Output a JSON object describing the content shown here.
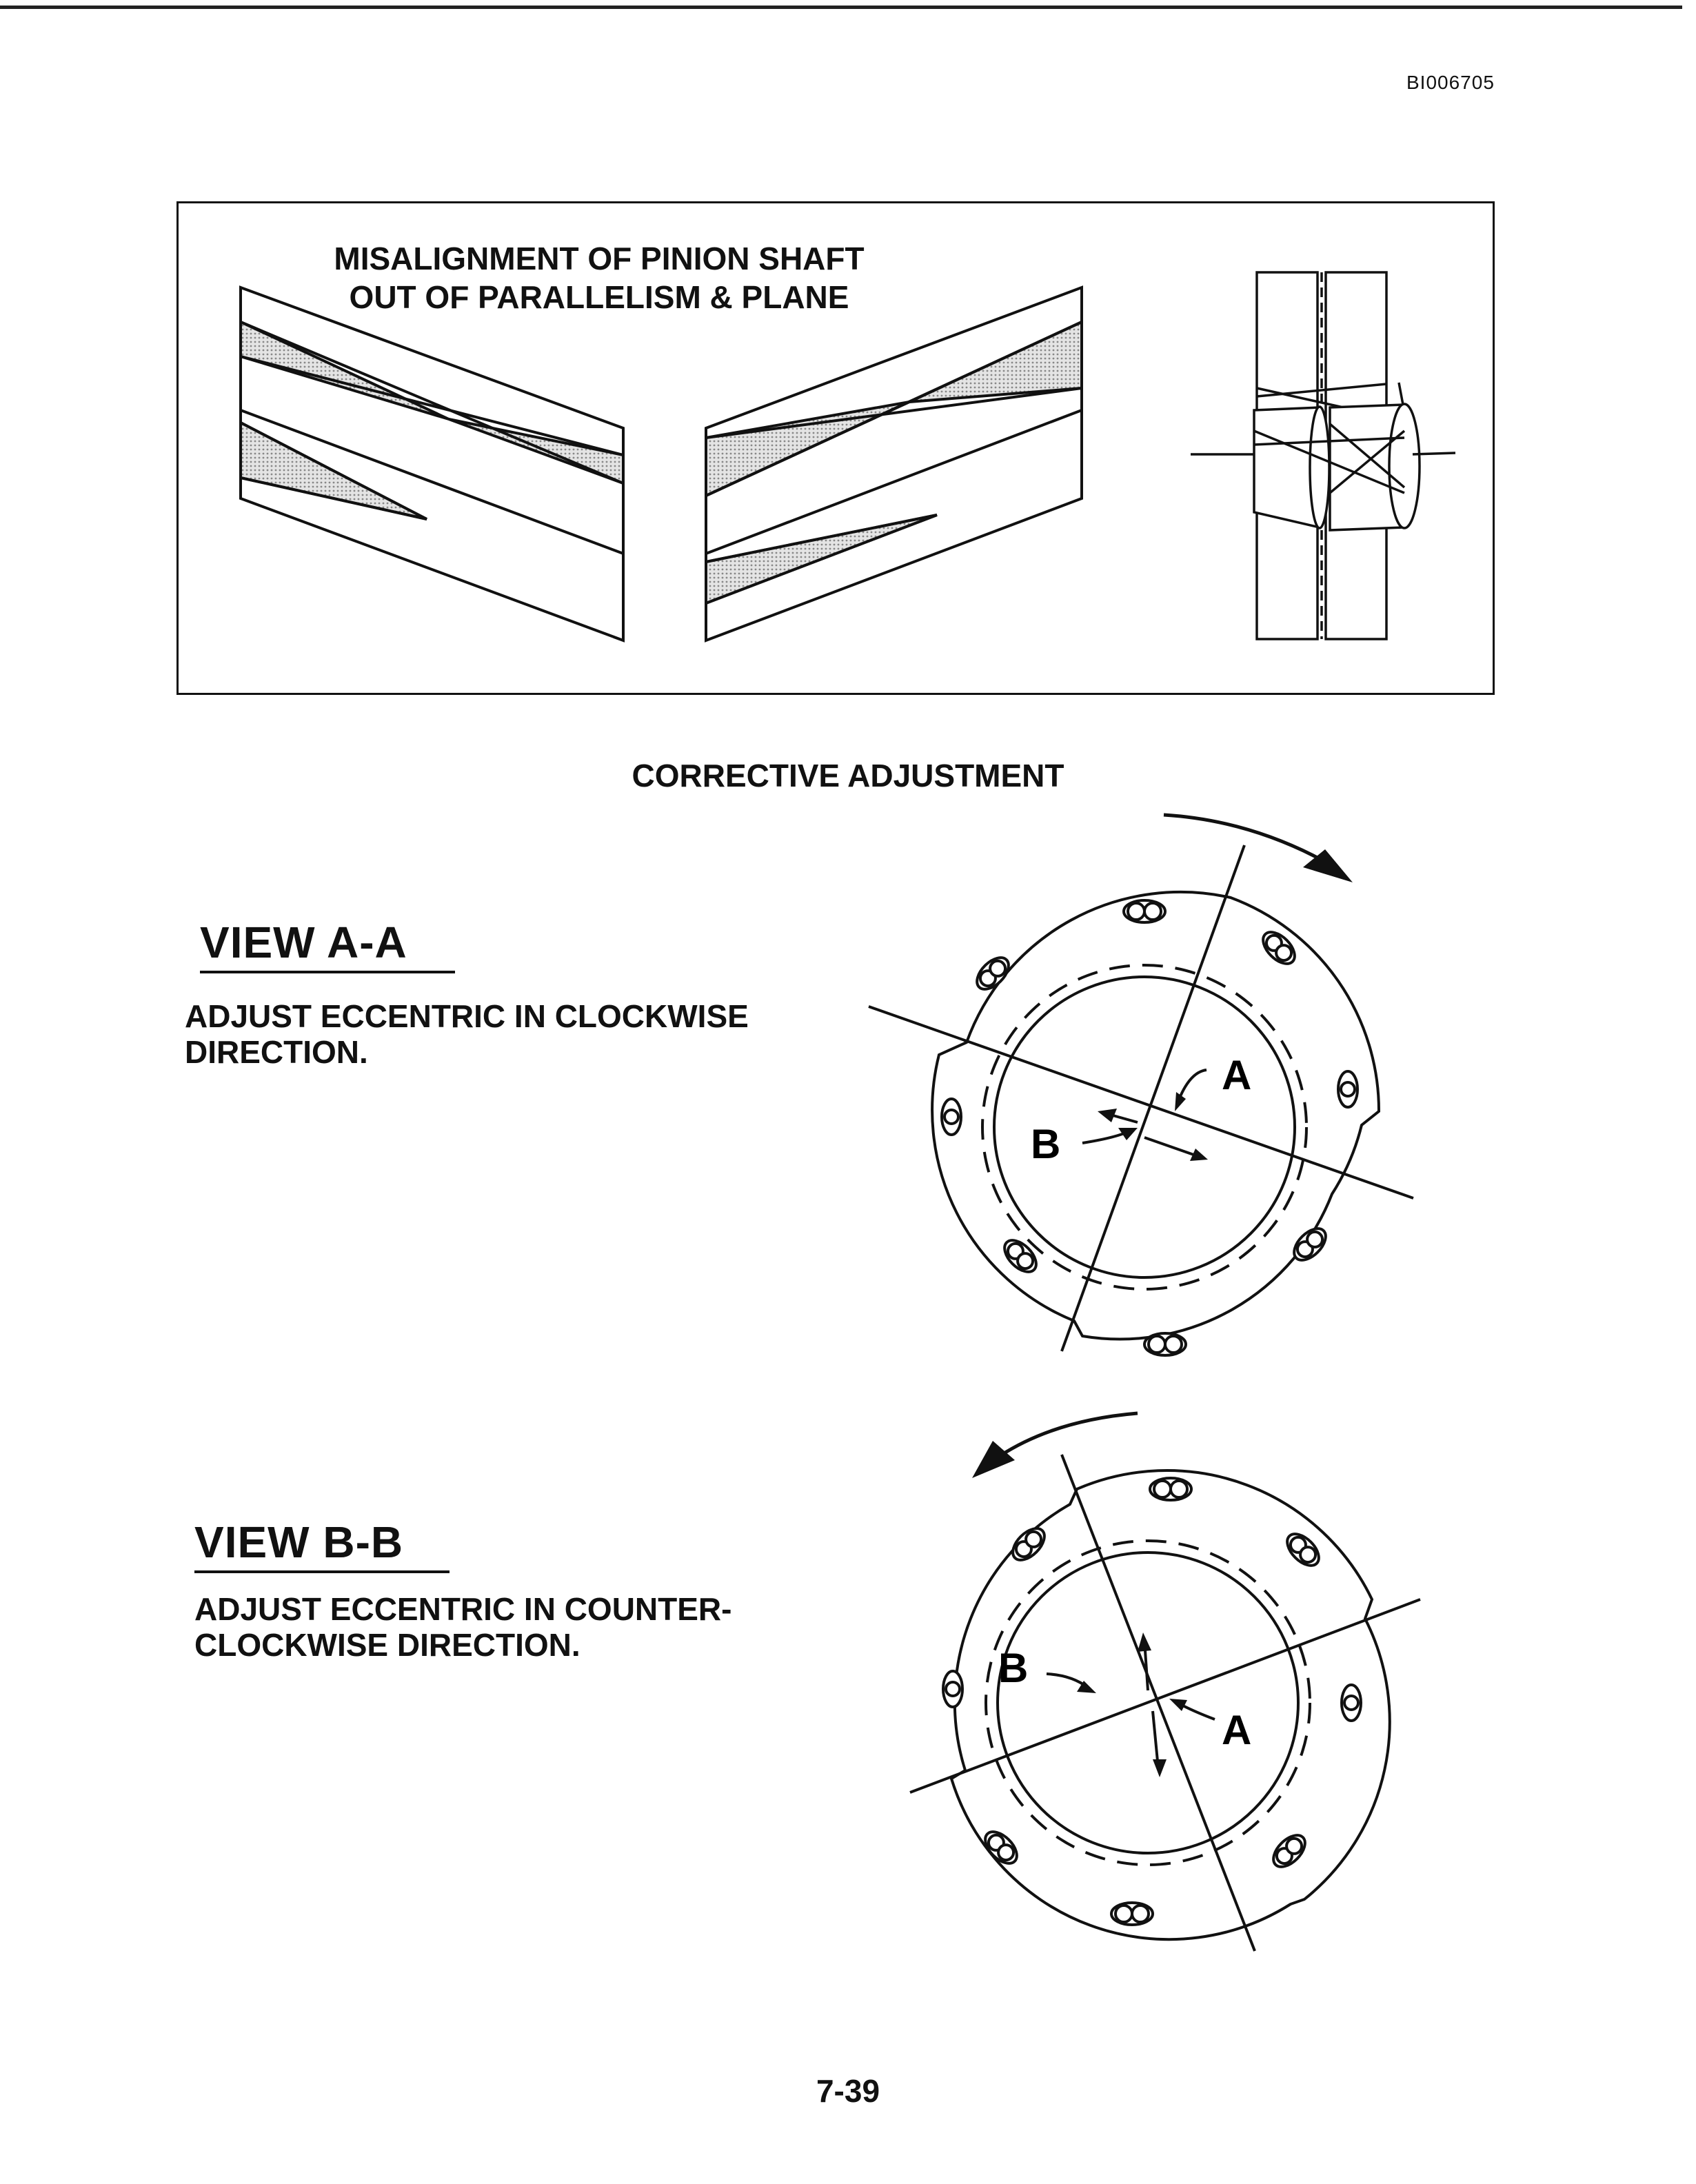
{
  "document_id": "BI006705",
  "figure": {
    "title_line1": "MISALIGNMENT OF PINION SHAFT",
    "title_line2": "OUT OF PARALLELISM & PLANE"
  },
  "section_heading": "CORRECTIVE ADJUSTMENT",
  "views": [
    {
      "title": "VIEW A-A",
      "text_line1": "ADJUST ECCENTRIC IN CLOCKWISE",
      "text_line2": "DIRECTION.",
      "label_a": "A",
      "label_b": "B",
      "rotation": "clockwise"
    },
    {
      "title": "VIEW B-B",
      "text_line1": "ADJUST ECCENTRIC IN COUNTER-",
      "text_line2": "CLOCKWISE DIRECTION.",
      "label_a": "A",
      "label_b": "B",
      "rotation": "counter-clockwise"
    }
  ],
  "page_number": "7-39"
}
